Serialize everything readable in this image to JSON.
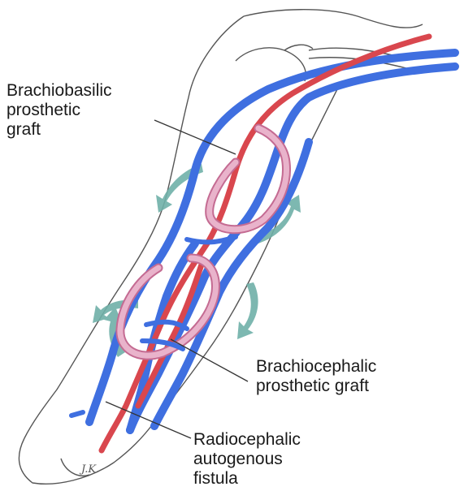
{
  "labels": {
    "brachiobasilic": [
      "Brachiobasilic",
      "prosthetic",
      "graft"
    ],
    "brachiocephalic": [
      "Brachiocephalic",
      "prosthetic graft"
    ],
    "radiocephalic": [
      "Radiocephalic",
      "autogenous",
      "fistula"
    ]
  },
  "signature": "J.K.",
  "colors": {
    "vein": "#3f6fe0",
    "artery": "#d9474e",
    "graft": "#e3a0bd",
    "flow_arrow": "#6fb0a8",
    "outline": "#555555"
  }
}
